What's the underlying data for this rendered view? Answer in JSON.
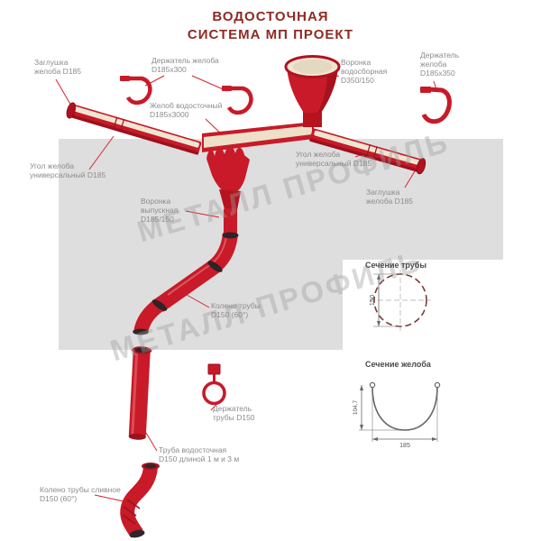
{
  "title": {
    "line1": "ВОДОСТОЧНАЯ",
    "line2": "СИСТЕМА МП ПРОЕКТ"
  },
  "watermark": {
    "text": "МЕТАЛЛ ПРОФИЛЬ"
  },
  "labels": {
    "zaglushka_left": "Заглушка желоба D185",
    "derzhatel_zheloba_300": "Держатель желоба D185x300",
    "zhelob": "Желоб водосточный D185x3000",
    "voronka_vodosbornaya": "Воронка водосборная D350/150",
    "derzhatel_zheloba_350": "Держатель желоба D185x350",
    "ugol_left": "Угол желоба универсальный D185",
    "ugol_right": "Угол желоба универсальный D185",
    "zaglushka_right": "Заглушка желоба D185",
    "voronka_vypusknaya": "Воронка выпускная D185/150",
    "koleno_truby": "Колено трубы D150 (60°)",
    "derzhatel_truby": "Держатель трубы D150",
    "truba": "Труба водосточная D150 длиной 1 м и 3 м",
    "koleno_slivnoe": "Колено трубы сливное D150 (60°)",
    "sechenie_truby": "Сечение трубы",
    "sechenie_zheloba": "Сечение желоба"
  },
  "dimensions": {
    "pipe_diameter": "150",
    "gutter_height": "104,7",
    "gutter_width": "185"
  },
  "colors": {
    "component_red": "#c81a28",
    "component_dark_red": "#9a121e",
    "gutter_interior": "#efe6d2",
    "roof_plane": "#dedede",
    "title_text": "#8e2b23",
    "label_text": "#8c8c8c",
    "leader_line": "#d2252f"
  }
}
